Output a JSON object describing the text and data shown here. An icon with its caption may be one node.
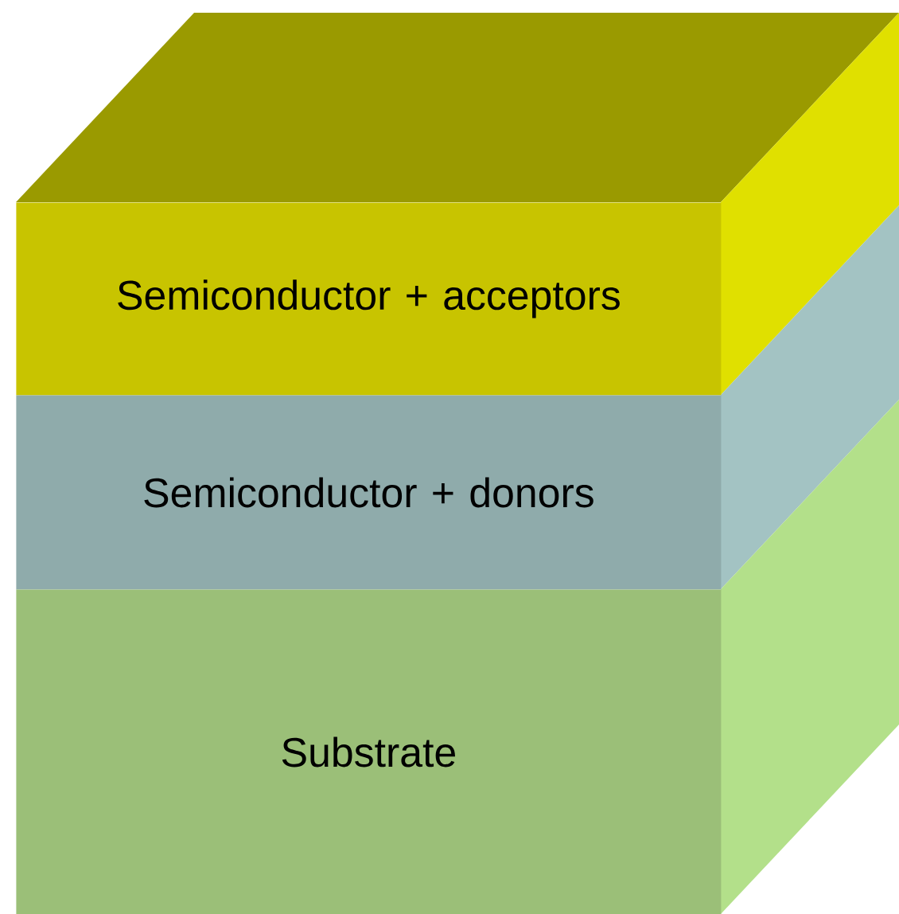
{
  "diagram": {
    "nodes": [
      {
        "text": [
          "Semiconductor + acceptors"
        ]
      },
      {
        "text": [
          "Semiconductor + donors"
        ]
      },
      {
        "text": [
          "Substrate"
        ]
      }
    ]
  }
}
